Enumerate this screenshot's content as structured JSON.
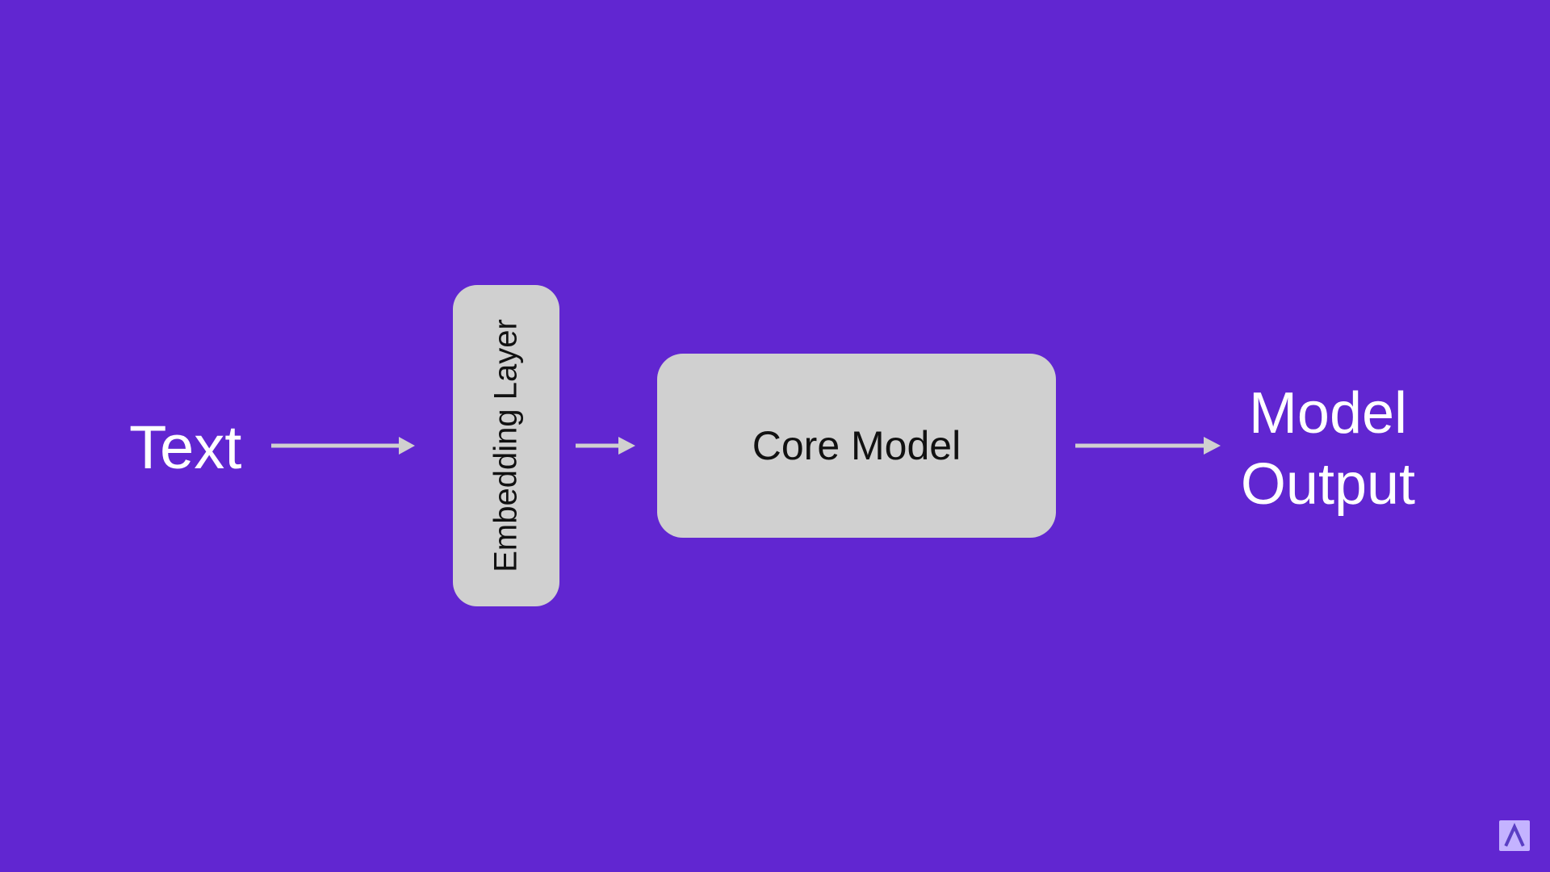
{
  "diagram": {
    "input_label": "Text",
    "embedding_label": "Embedding Layer",
    "core_label": "Core Model",
    "output_label_line1": "Model",
    "output_label_line2": "Output"
  },
  "colors": {
    "background": "#6126d1",
    "box_fill": "#d0d0d0",
    "arrow": "#d0d0d0",
    "text_on_background": "#ffffff",
    "text_on_box": "#111111",
    "logo_badge": "#c4b3ff"
  },
  "icons": {
    "logo": "lambda-logo-icon"
  }
}
